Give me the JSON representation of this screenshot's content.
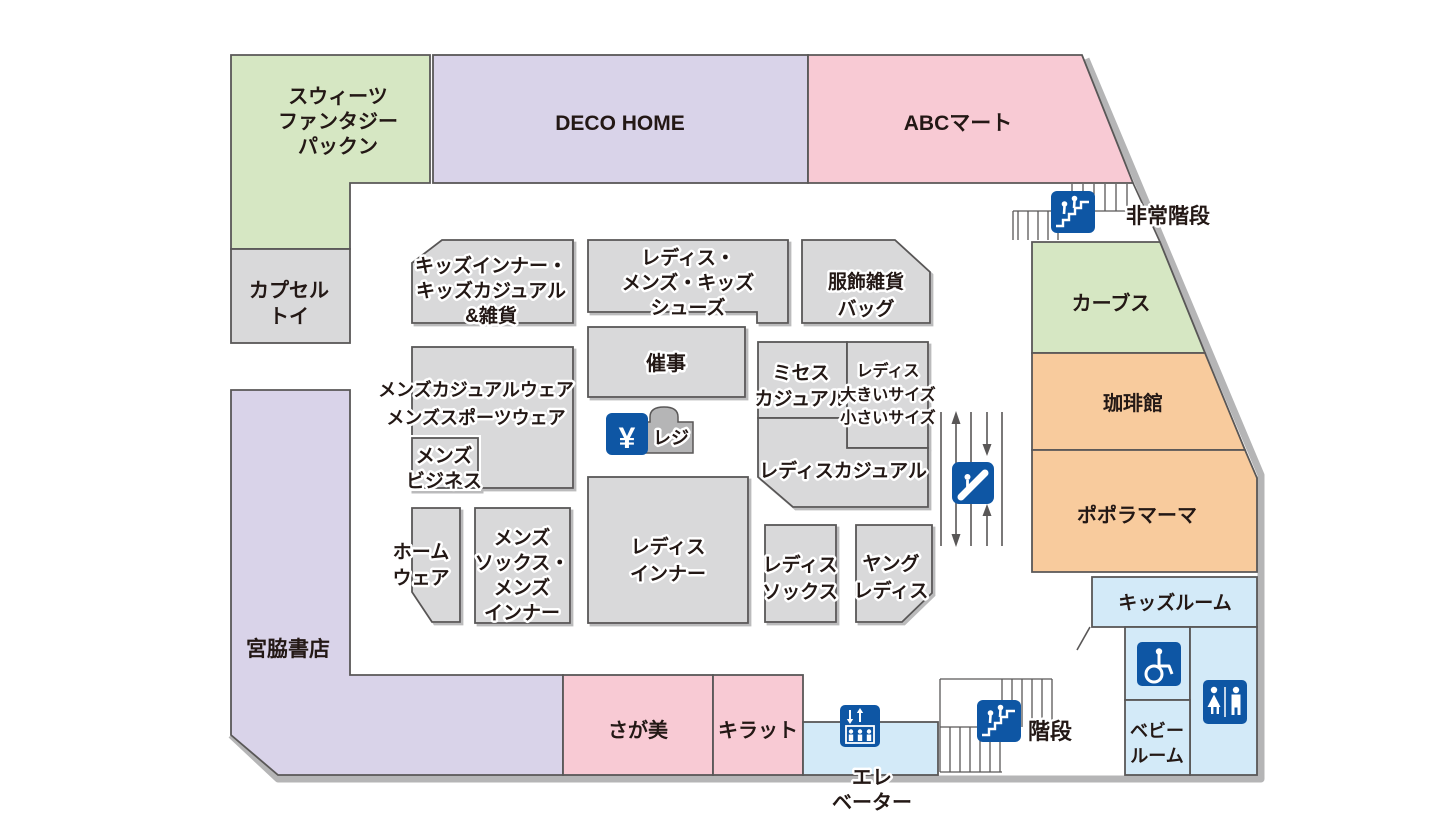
{
  "colors": {
    "block_gray": "#d9d9da",
    "green": "#d6e7c3",
    "purple": "#d9d3e9",
    "pink": "#f8cad4",
    "orange": "#f8cb9d",
    "light_blue": "#d3eaf8",
    "icon_blue": "#0e56a4",
    "border": "#595757",
    "text": "#231815",
    "shadow": "#b5b5b6"
  },
  "blocks": {
    "sweets_fantasy": {
      "lines": [
        "スウィーツ",
        "ファンタジー",
        "パックン"
      ]
    },
    "deco_home": {
      "label": "DECO HOME"
    },
    "abc_mart": {
      "label": "ABCマート"
    },
    "capsule_toy": {
      "lines": [
        "カプセル",
        "トイ"
      ]
    },
    "miyawaki_shoten": {
      "label": "宮脇書店"
    },
    "kids_inner": {
      "lines": [
        "キッズインナー・",
        "キッズカジュアル",
        "&雑貨"
      ]
    },
    "shoes": {
      "lines": [
        "レディス・",
        "メンズ・キッズ",
        "シューズ"
      ]
    },
    "fashion_goods": {
      "lines": [
        "服飾雑貨",
        "バッグ"
      ]
    },
    "event_space": {
      "label": "催事"
    },
    "mens_casual": {
      "lines": [
        "メンズカジュアルウェア",
        "メンズスポーツウェア"
      ]
    },
    "mens_business": {
      "lines": [
        "メンズ",
        "ビジネス"
      ]
    },
    "mrs_casual": {
      "lines": [
        "ミセス",
        "カジュアル"
      ]
    },
    "ladies_size": {
      "lines": [
        "レディス",
        "大きいサイズ",
        "小さいサイズ"
      ]
    },
    "ladies_casual": {
      "label": "レディスカジュアル"
    },
    "home_wear": {
      "lines": [
        "ホーム",
        "ウェア"
      ]
    },
    "mens_socks_inner": {
      "lines": [
        "メンズ",
        "ソックス・",
        "メンズ",
        "インナー"
      ]
    },
    "ladies_inner": {
      "lines": [
        "レディス",
        "インナー"
      ]
    },
    "ladies_socks": {
      "lines": [
        "レディス",
        "ソックス"
      ]
    },
    "young_ladies": {
      "lines": [
        "ヤング",
        "レディス"
      ]
    },
    "curves": {
      "label": "カーブス"
    },
    "coffee_kan": {
      "label": "珈琲館"
    },
    "popolamama": {
      "label": "ポポラマーマ"
    },
    "kids_room": {
      "label": "キッズルーム"
    },
    "baby_room": {
      "lines": [
        "ベビー",
        "ルーム"
      ]
    },
    "sagami": {
      "label": "さが美"
    },
    "kiratto": {
      "label": "キラット"
    }
  },
  "facilities": {
    "emergency_stairs": {
      "label": "非常階段"
    },
    "stairs": {
      "label": "階段"
    },
    "elevator": {
      "lines": [
        "エレ",
        "ベーター"
      ]
    },
    "register": {
      "label": "レジ",
      "yen_symbol": "¥"
    }
  }
}
